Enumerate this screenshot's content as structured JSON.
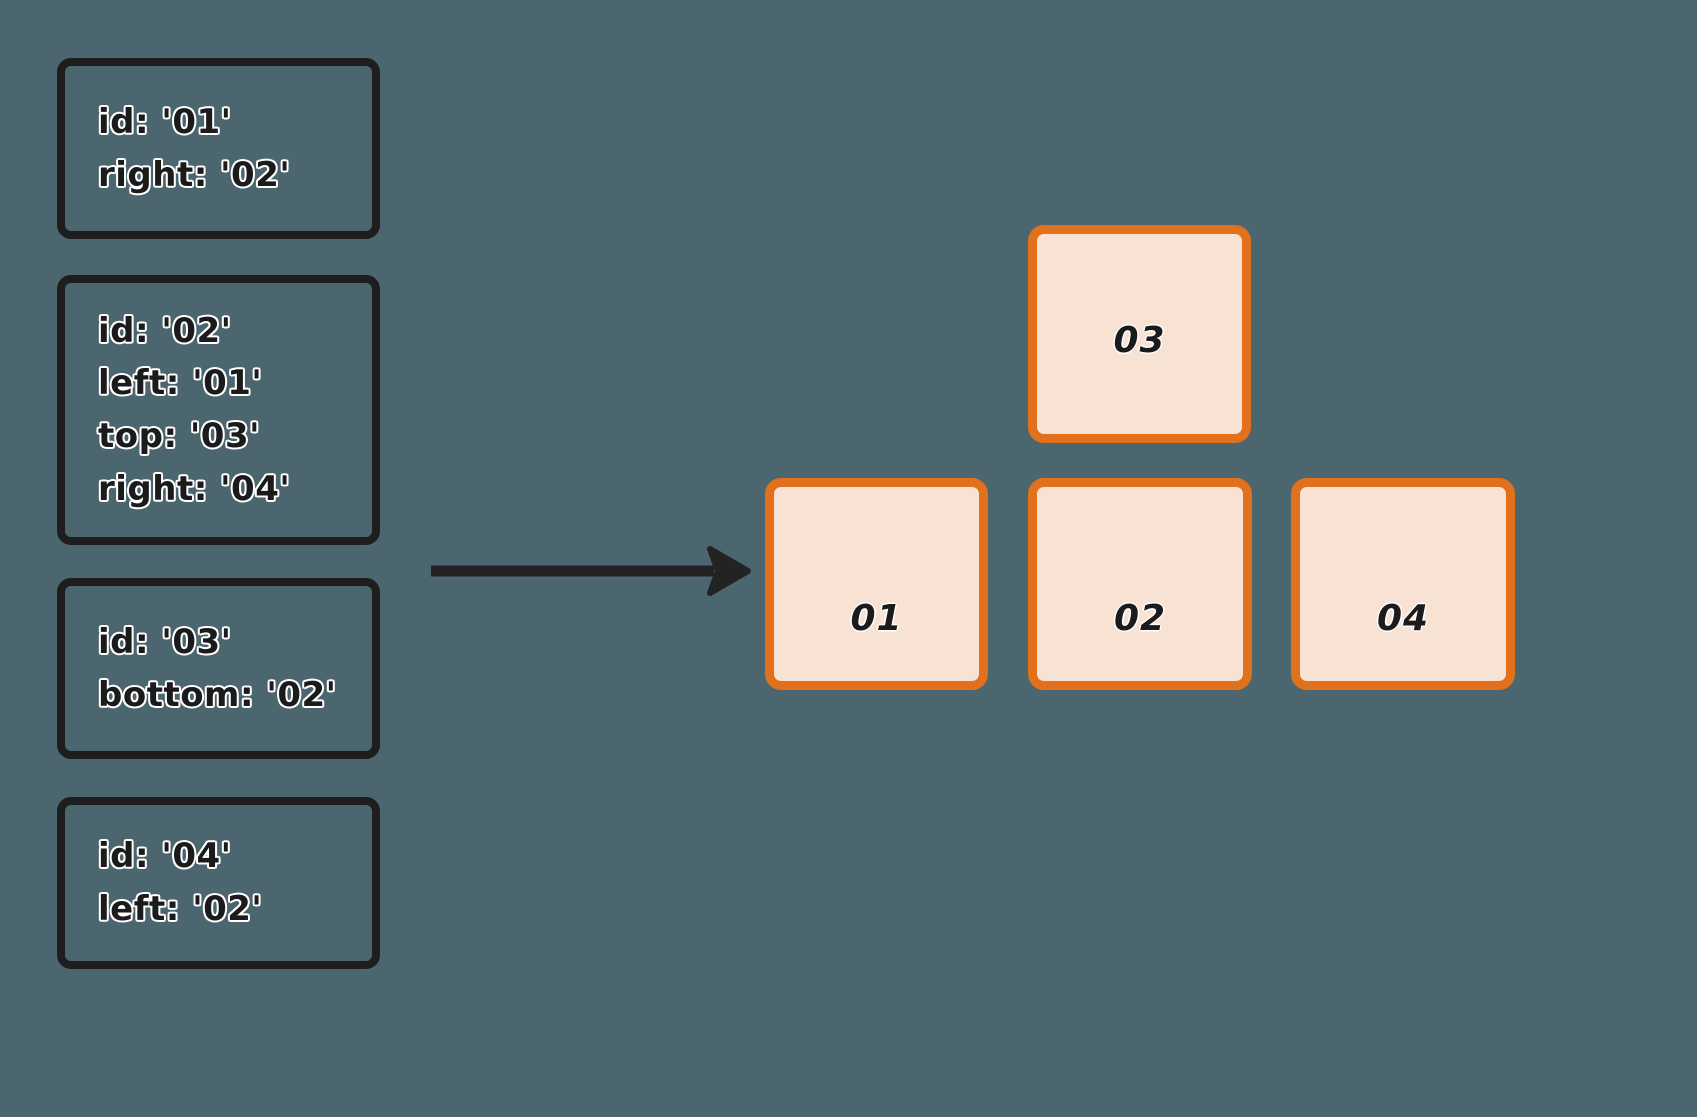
{
  "colors": {
    "background": "#4b666f",
    "spec_border": "#1e1e1e",
    "text_dark": "#1b1b1b",
    "text_outline": "#ffffff",
    "tile_border": "#e2711d",
    "tile_fill": "#f8e2d3",
    "arrow": "#232323"
  },
  "spec_cards": [
    {
      "name": "spec-card-01",
      "lines": [
        "id: '01'",
        "right: '02'"
      ],
      "line_0": "id: '01'",
      "line_1": "right: '02'"
    },
    {
      "name": "spec-card-02",
      "lines": [
        "id: '02'",
        "left: '01'",
        "top: '03'",
        "right: '04'"
      ],
      "line_0": "id: '02'",
      "line_1": "left: '01'",
      "line_2": "top: '03'",
      "line_3": "right: '04'"
    },
    {
      "name": "spec-card-03",
      "lines": [
        "id: '03'",
        "bottom: '02'"
      ],
      "line_0": "id: '03'",
      "line_1": "bottom: '02'"
    },
    {
      "name": "spec-card-04",
      "lines": [
        "id: '04'",
        "left: '02'"
      ],
      "line_0": "id: '04'",
      "line_1": "left: '02'"
    }
  ],
  "arrow": {
    "direction": "right",
    "icon": "arrow-right-icon"
  },
  "tiles": [
    {
      "id": "03",
      "label": "03",
      "position": "top-middle"
    },
    {
      "id": "01",
      "label": "01",
      "position": "bottom-left"
    },
    {
      "id": "02",
      "label": "02",
      "position": "bottom-middle"
    },
    {
      "id": "04",
      "label": "04",
      "position": "bottom-right"
    }
  ]
}
